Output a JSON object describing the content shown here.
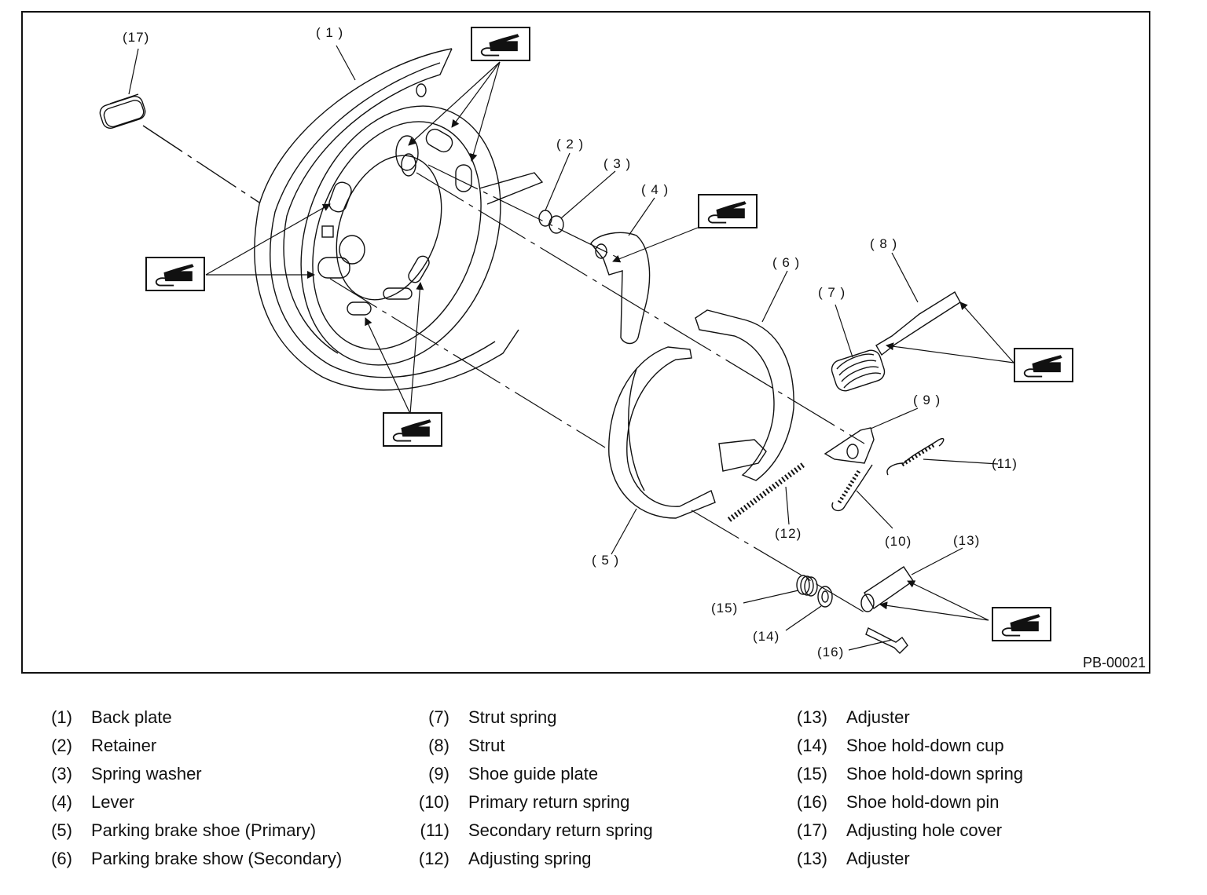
{
  "figure": {
    "id_label": "PB-00021",
    "icon_semantic": "grease-application-icon",
    "callouts": [
      {
        "ref": "17",
        "label": "(17)"
      },
      {
        "ref": "1",
        "label": "( 1 )"
      },
      {
        "ref": "2",
        "label": "( 2 )"
      },
      {
        "ref": "3",
        "label": "( 3 )"
      },
      {
        "ref": "4",
        "label": "( 4 )"
      },
      {
        "ref": "5",
        "label": "( 5 )"
      },
      {
        "ref": "6",
        "label": "( 6 )"
      },
      {
        "ref": "7",
        "label": "( 7 )"
      },
      {
        "ref": "8",
        "label": "( 8 )"
      },
      {
        "ref": "9",
        "label": "( 9 )"
      },
      {
        "ref": "10",
        "label": "(10)"
      },
      {
        "ref": "11",
        "label": "(11)"
      },
      {
        "ref": "12",
        "label": "(12)"
      },
      {
        "ref": "13",
        "label": "(13)"
      },
      {
        "ref": "14",
        "label": "(14)"
      },
      {
        "ref": "15",
        "label": "(15)"
      },
      {
        "ref": "16",
        "label": "(16)"
      }
    ]
  },
  "legend": {
    "columns": [
      [
        {
          "num": "(1)",
          "name": "Back plate"
        },
        {
          "num": "(2)",
          "name": "Retainer"
        },
        {
          "num": "(3)",
          "name": "Spring washer"
        },
        {
          "num": "(4)",
          "name": "Lever"
        },
        {
          "num": "(5)",
          "name": "Parking brake shoe (Primary)"
        },
        {
          "num": "(6)",
          "name": "Parking brake show (Secondary)"
        }
      ],
      [
        {
          "num": "(7)",
          "name": "Strut spring"
        },
        {
          "num": "(8)",
          "name": "Strut"
        },
        {
          "num": "(9)",
          "name": "Shoe guide plate"
        },
        {
          "num": "(10)",
          "name": "Primary return spring"
        },
        {
          "num": "(11)",
          "name": "Secondary return spring"
        },
        {
          "num": "(12)",
          "name": "Adjusting spring"
        }
      ],
      [
        {
          "num": "(13)",
          "name": "Adjuster"
        },
        {
          "num": "(14)",
          "name": "Shoe hold-down cup"
        },
        {
          "num": "(15)",
          "name": "Shoe hold-down spring"
        },
        {
          "num": "(16)",
          "name": "Shoe hold-down pin"
        },
        {
          "num": "(17)",
          "name": "Adjusting hole cover"
        },
        {
          "num": "(13)",
          "name": "Adjuster"
        }
      ]
    ]
  }
}
